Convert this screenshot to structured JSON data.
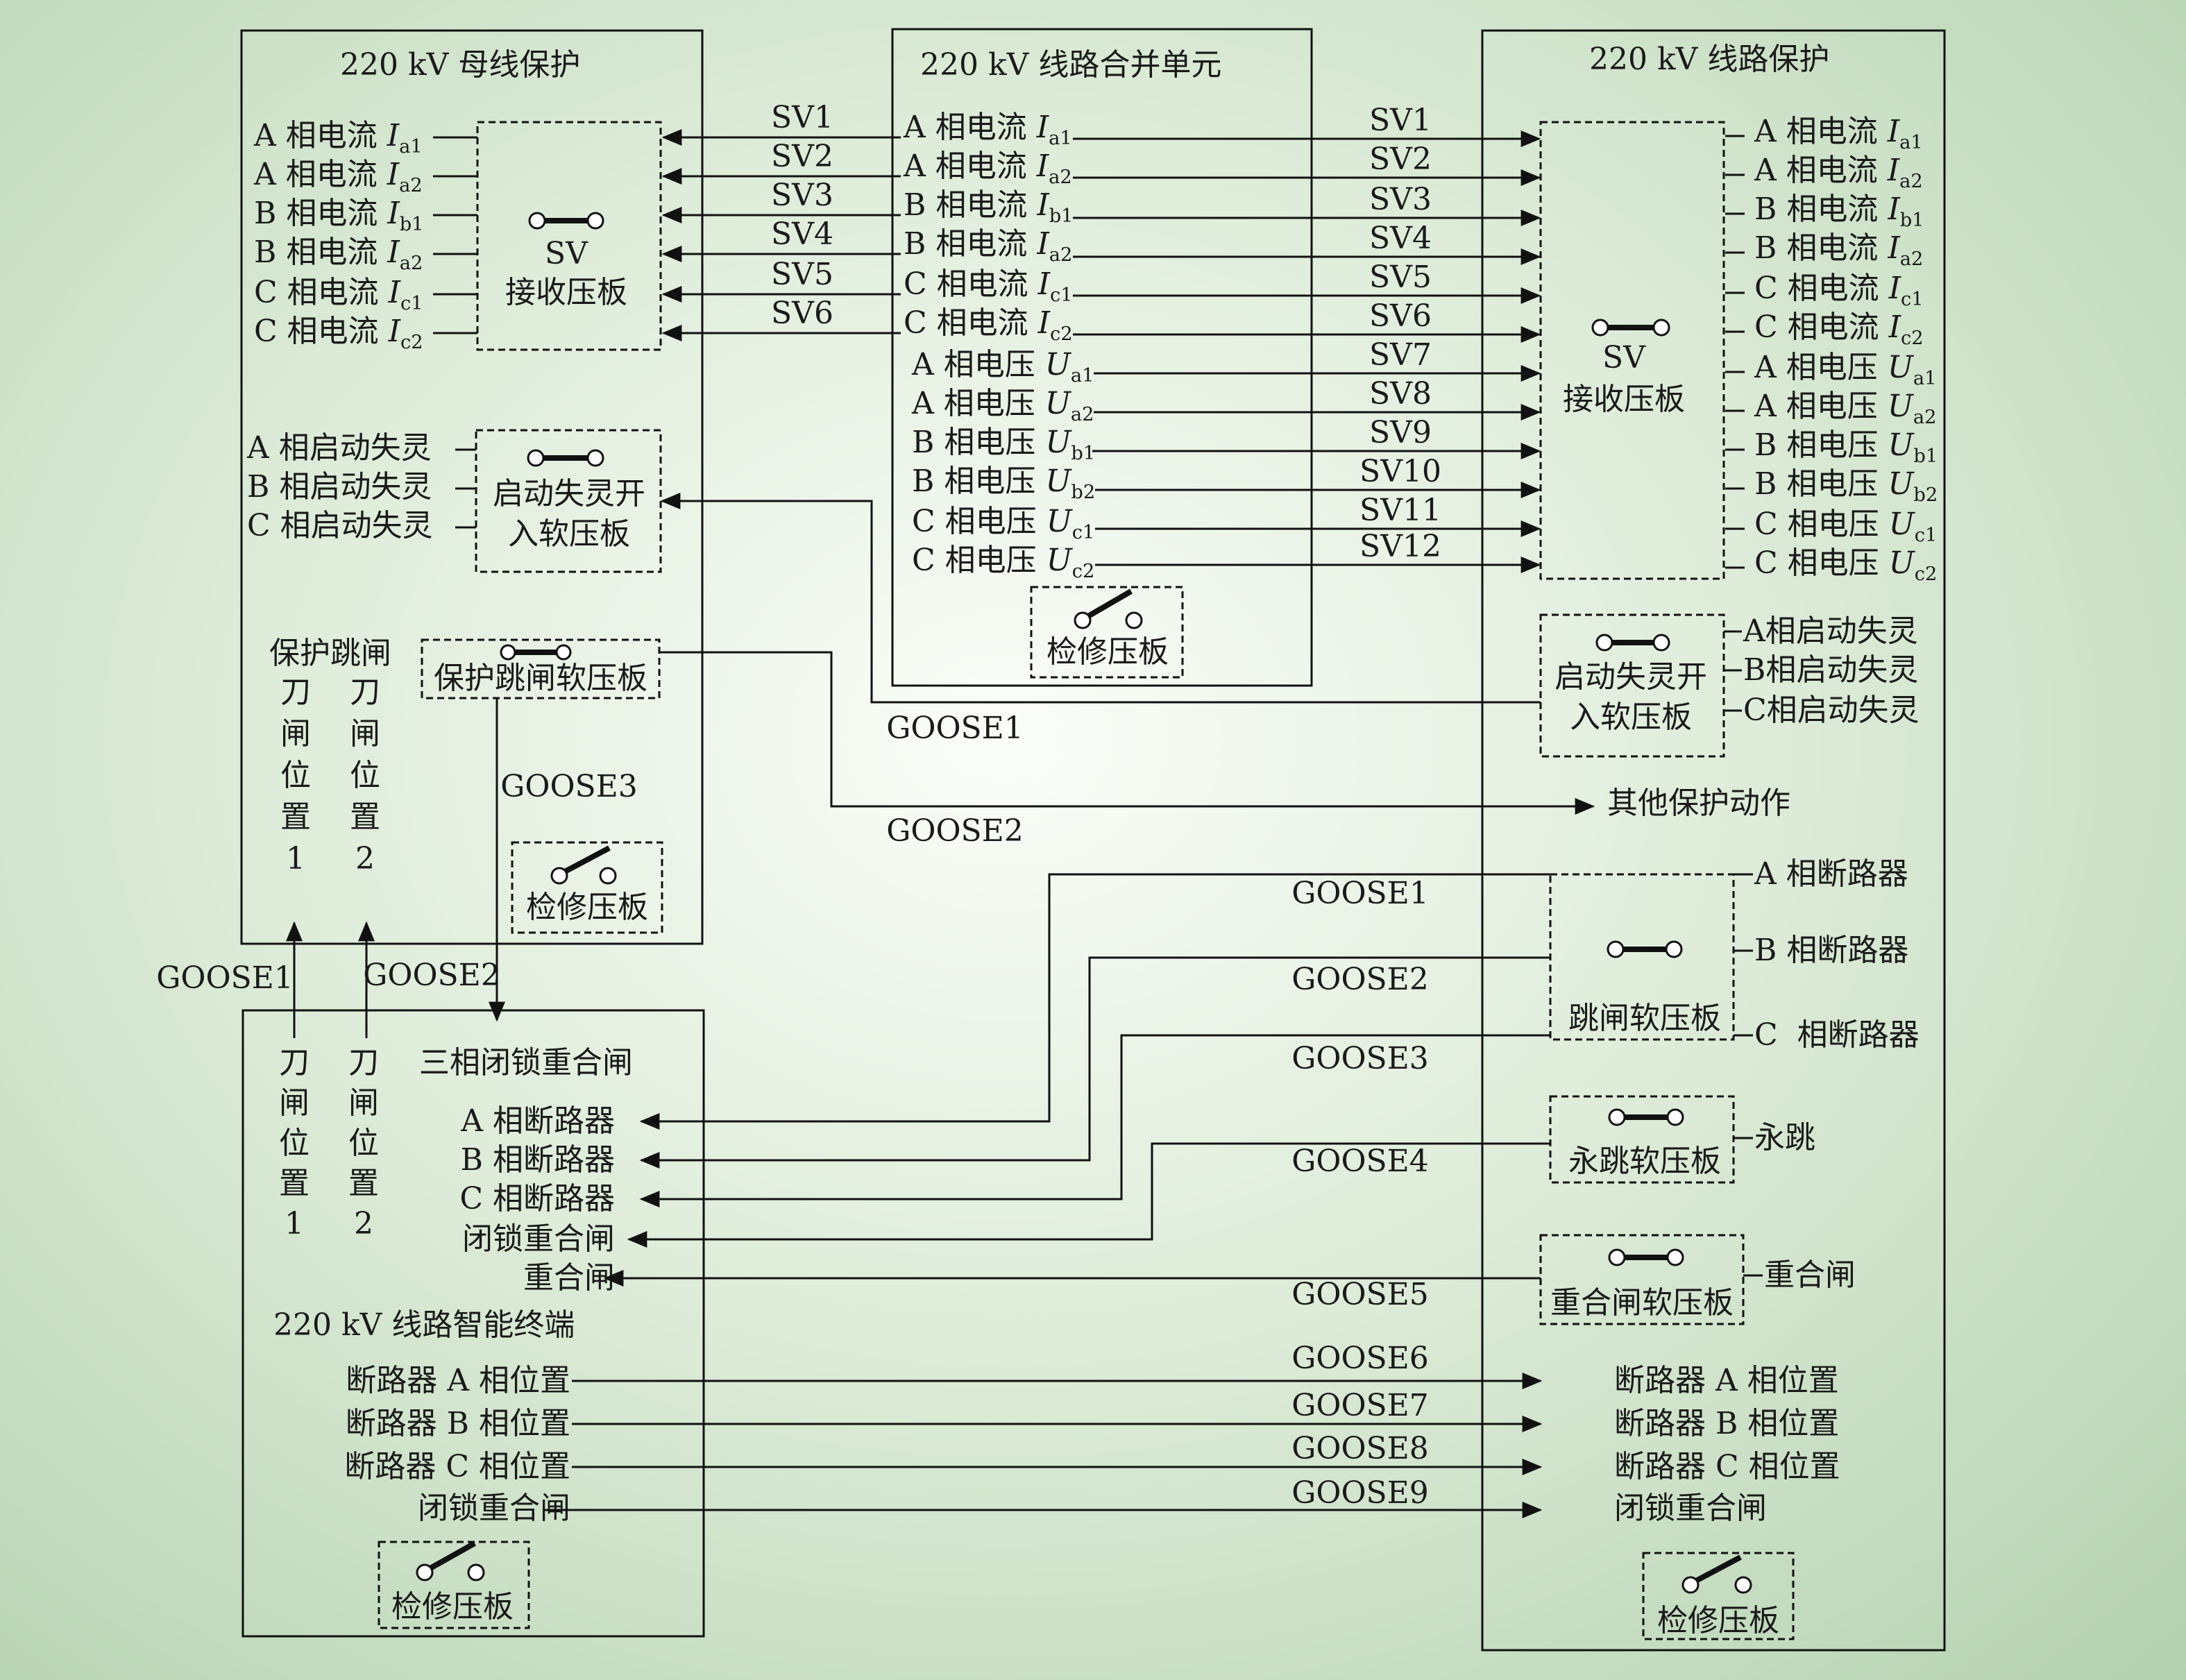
{
  "bus_protection": {
    "title": "220 kV 母线保护",
    "currents": [
      {
        "text": "A 相电流 ",
        "sym": "I",
        "sub": "a1"
      },
      {
        "text": "A 相电流 ",
        "sym": "I",
        "sub": "a2"
      },
      {
        "text": "B 相电流 ",
        "sym": "I",
        "sub": "b1"
      },
      {
        "text": "B 相电流 ",
        "sym": "I",
        "sub": "a2"
      },
      {
        "text": "C 相电流 ",
        "sym": "I",
        "sub": "c1"
      },
      {
        "text": "C 相电流 ",
        "sym": "I",
        "sub": "c2"
      }
    ],
    "sv_plate": [
      "SV",
      "接收压板"
    ],
    "breaker_fail_inputs": [
      "A 相启动失灵",
      "B 相启动失灵",
      "C 相启动失灵"
    ],
    "breaker_fail_plate": [
      "启动失灵开",
      "入软压板"
    ],
    "trip_label": "保护跳闸",
    "trip_plate": "保护跳闸软压板",
    "disconnector_1": [
      "刀",
      "闸",
      "位",
      "置",
      "1"
    ],
    "disconnector_2": [
      "刀",
      "闸",
      "位",
      "置",
      "2"
    ],
    "maintenance_plate": "检修压板"
  },
  "merging_unit": {
    "title": "220 kV 线路合并单元",
    "currents": [
      {
        "text": "A 相电流 ",
        "sym": "I",
        "sub": "a1"
      },
      {
        "text": "A 相电流 ",
        "sym": "I",
        "sub": "a2"
      },
      {
        "text": "B 相电流 ",
        "sym": "I",
        "sub": "b1"
      },
      {
        "text": "B 相电流 ",
        "sym": "I",
        "sub": "a2"
      },
      {
        "text": "C 相电流 ",
        "sym": "I",
        "sub": "c1"
      },
      {
        "text": "C 相电流 ",
        "sym": "I",
        "sub": "c2"
      }
    ],
    "voltages": [
      {
        "text": "A 相电压 ",
        "sym": "U",
        "sub": "a1"
      },
      {
        "text": "A 相电压 ",
        "sym": "U",
        "sub": "a2"
      },
      {
        "text": "B 相电压 ",
        "sym": "U",
        "sub": "b1"
      },
      {
        "text": "B 相电压 ",
        "sym": "U",
        "sub": "b2"
      },
      {
        "text": "C 相电压 ",
        "sym": "U",
        "sub": "c1"
      },
      {
        "text": "C 相电压 ",
        "sym": "U",
        "sub": "c2"
      }
    ],
    "maintenance_plate": "检修压板"
  },
  "line_protection": {
    "title": "220 kV 线路保护",
    "inputs": [
      {
        "text": "A 相电流 ",
        "sym": "I",
        "sub": "a1"
      },
      {
        "text": "A 相电流 ",
        "sym": "I",
        "sub": "a2"
      },
      {
        "text": "B 相电流 ",
        "sym": "I",
        "sub": "b1"
      },
      {
        "text": "B 相电流 ",
        "sym": "I",
        "sub": "a2"
      },
      {
        "text": "C 相电流 ",
        "sym": "I",
        "sub": "c1"
      },
      {
        "text": "C 相电流 ",
        "sym": "I",
        "sub": "c2"
      },
      {
        "text": "A 相电压 ",
        "sym": "U",
        "sub": "a1"
      },
      {
        "text": "A 相电压 ",
        "sym": "U",
        "sub": "a2"
      },
      {
        "text": "B 相电压 ",
        "sym": "U",
        "sub": "b1"
      },
      {
        "text": "B 相电压 ",
        "sym": "U",
        "sub": "b2"
      },
      {
        "text": "C 相电压 ",
        "sym": "U",
        "sub": "c1"
      },
      {
        "text": "C 相电压 ",
        "sym": "U",
        "sub": "c2"
      }
    ],
    "sv_plate": [
      "SV",
      "接收压板"
    ],
    "breaker_fail_plate": [
      "启动失灵开",
      "入软压板"
    ],
    "breaker_fail_outputs": [
      "A相启动失灵",
      "B相启动失灵",
      "C相启动失灵"
    ],
    "other_protection": "其他保护动作",
    "trip_plate": "跳闸软压板",
    "trip_outputs": [
      "A 相断路器",
      "B 相断路器",
      "C  相断路器"
    ],
    "permanent_trip_plate": "永跳软压板",
    "permanent_trip": "永跳",
    "reclose_plate": "重合闸软压板",
    "reclose": "重合闸",
    "breaker_inputs": [
      "断路器 A 相位置",
      "断路器 B 相位置",
      "断路器 C 相位置",
      "闭锁重合闸"
    ],
    "maintenance_plate": "检修压板"
  },
  "smart_terminal": {
    "title": "220 kV 线路智能终端",
    "lock_reclose_3ph": "三相闭锁重合闸",
    "inputs": [
      "A 相断路器",
      "B 相断路器",
      "C 相断路器",
      "闭锁重合闸",
      "重合闸"
    ],
    "disconnector_1": [
      "刀",
      "闸",
      "位",
      "置",
      "1"
    ],
    "disconnector_2": [
      "刀",
      "闸",
      "位",
      "置",
      "2"
    ],
    "outputs": [
      "断路器 A 相位置",
      "断路器 B 相位置",
      "断路器 C 相位置",
      "闭锁重合闸"
    ],
    "maintenance_plate": "检修压板"
  },
  "links": {
    "sv_to_bus": [
      "SV1",
      "SV2",
      "SV3",
      "SV4",
      "SV5",
      "SV6"
    ],
    "sv_to_line": [
      "SV1",
      "SV2",
      "SV3",
      "SV4",
      "SV5",
      "SV6",
      "SV7",
      "SV8",
      "SV9",
      "SV10",
      "SV11",
      "SV12"
    ],
    "goose_fail": "GOOSE1",
    "goose_other": "GOOSE2",
    "goose_bus_trip": "GOOSE3",
    "goose_disc_1": "GOOSE1",
    "goose_disc_2": "GOOSE2",
    "goose_line_trip": [
      "GOOSE1",
      "GOOSE2",
      "GOOSE3",
      "GOOSE4",
      "GOOSE5"
    ],
    "goose_breaker": [
      "GOOSE6",
      "GOOSE7",
      "GOOSE8",
      "GOOSE9"
    ]
  }
}
